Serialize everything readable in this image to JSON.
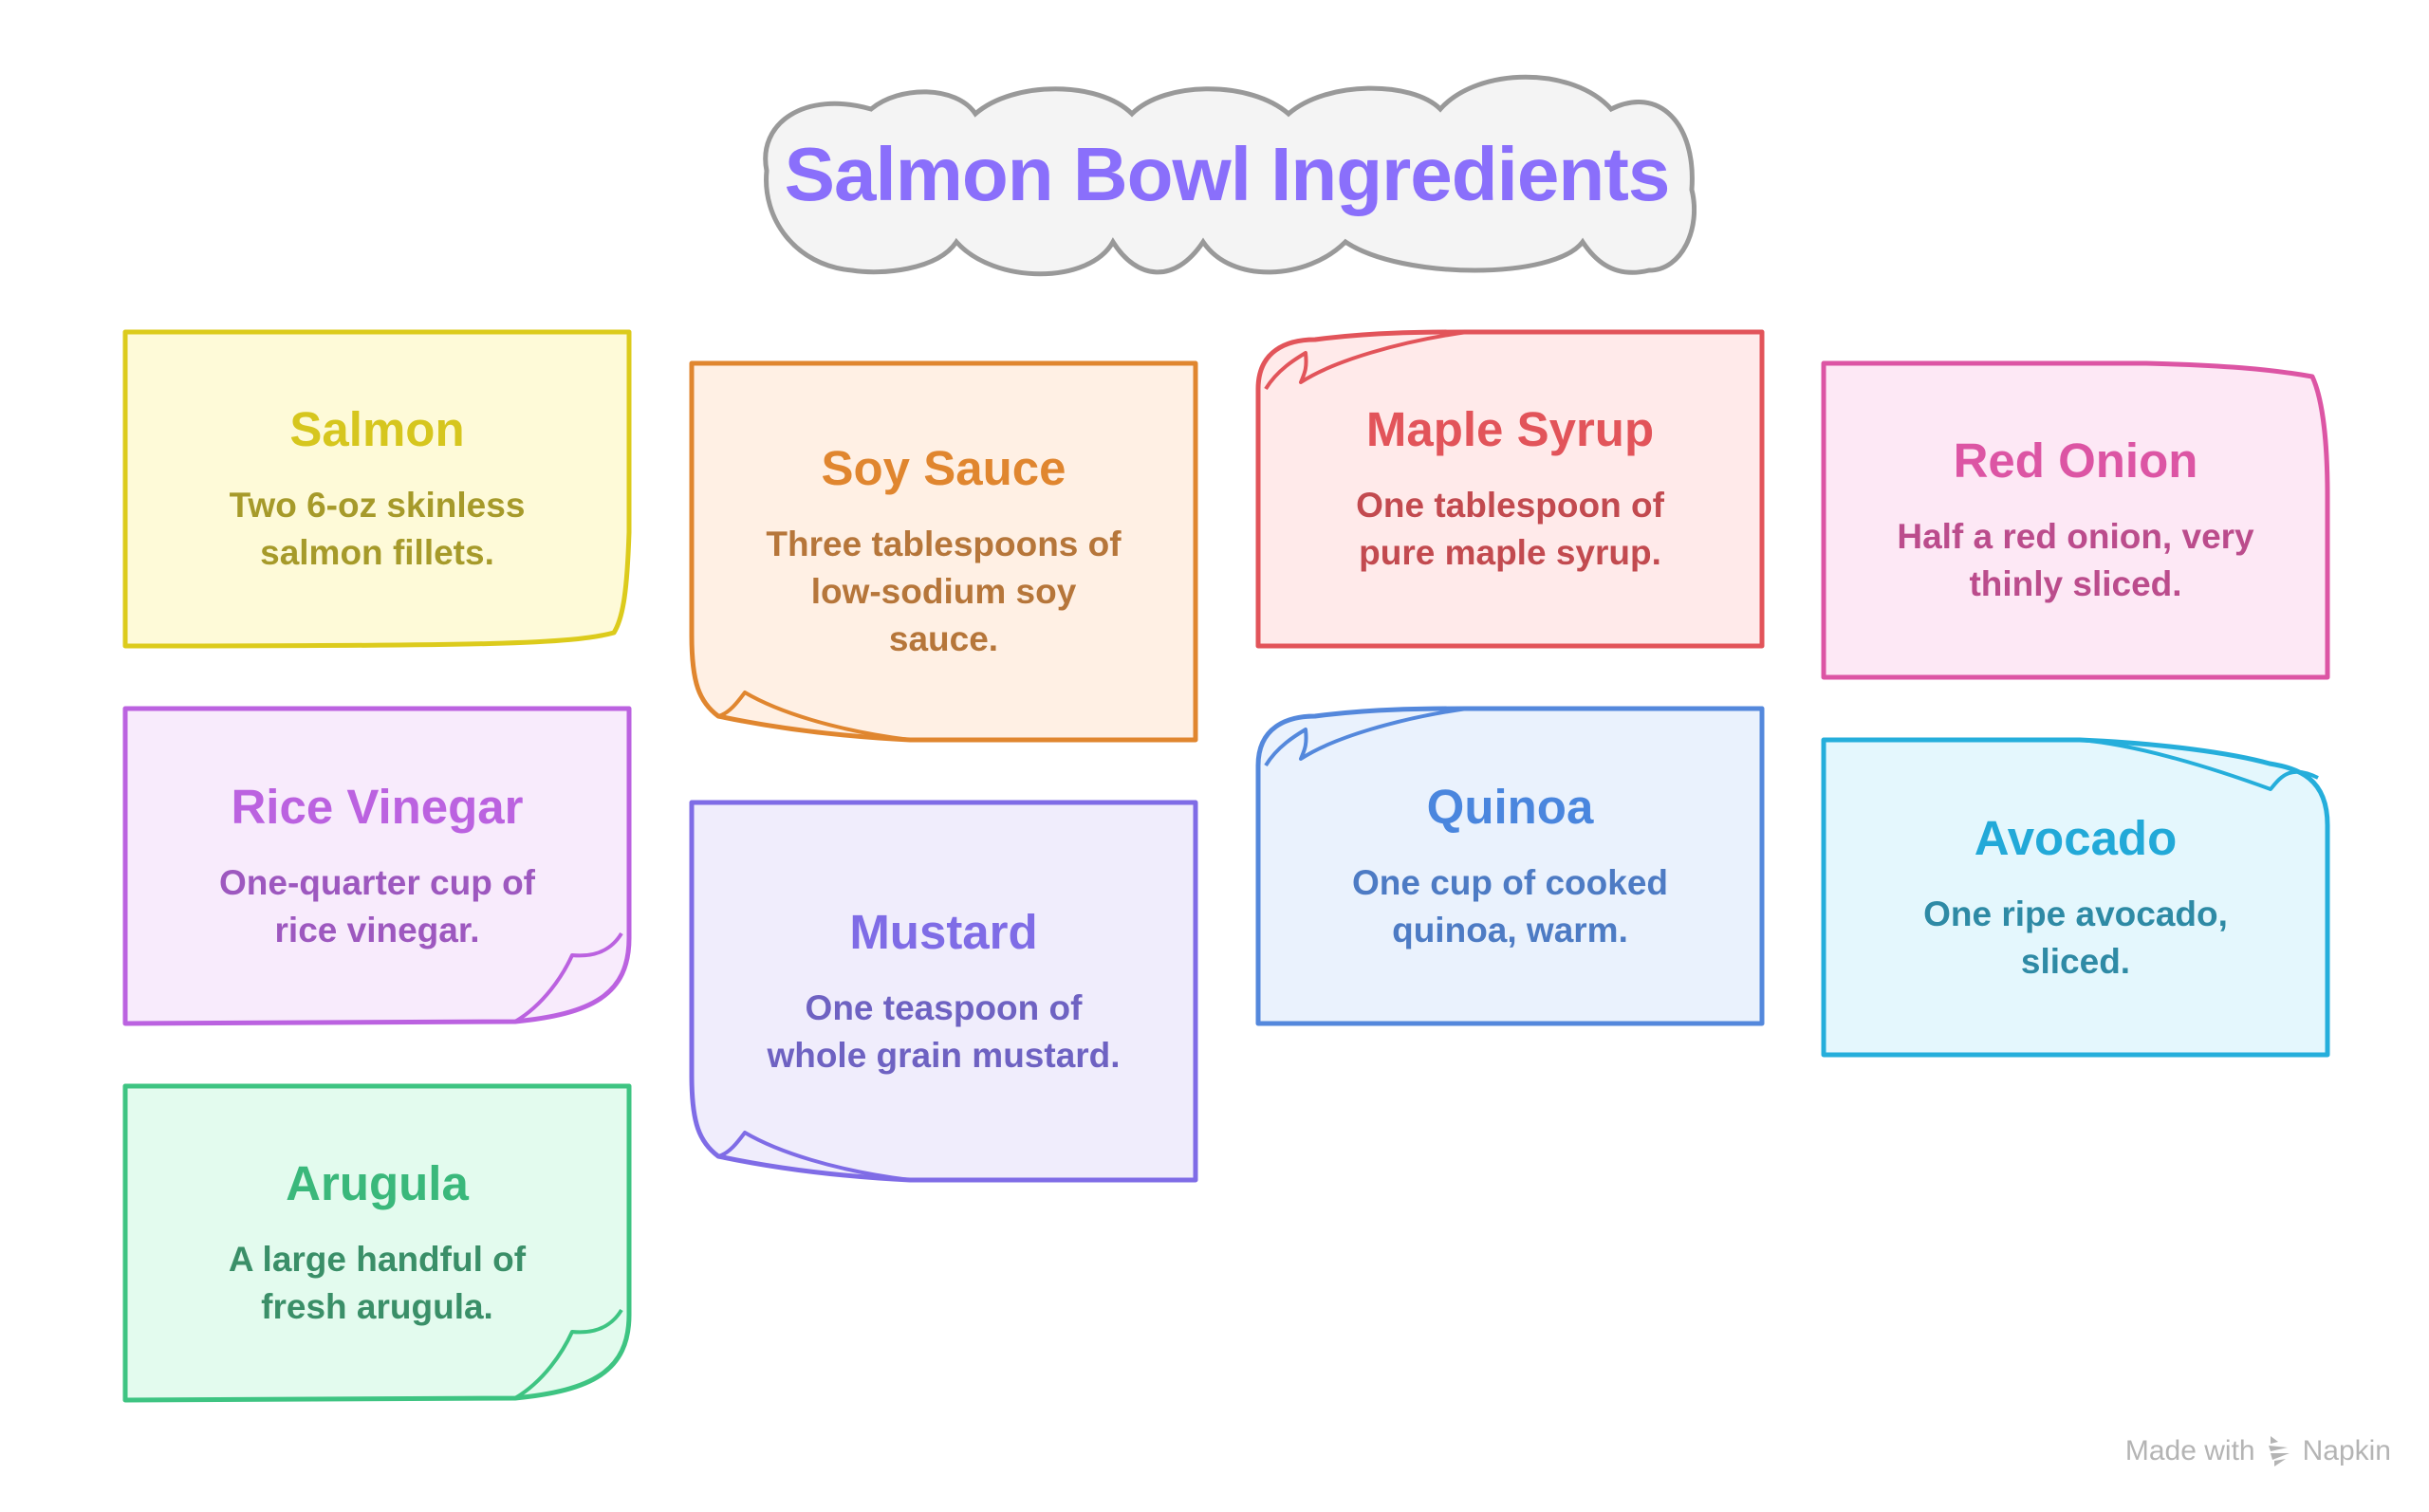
{
  "title": "Salmon Bowl Ingredients",
  "colors": {
    "title": "#8a6ffb",
    "cloud_fill": "#f4f4f4",
    "cloud_stroke": "#999999"
  },
  "cards": [
    {
      "id": "salmon",
      "title": "Salmon",
      "desc": "Two 6-oz skinless salmon fillets.",
      "stroke": "#dccb1c",
      "fill": "#fefad8",
      "title_color": "#d6c61e",
      "desc_color": "#a69a2a",
      "curl": "none-br"
    },
    {
      "id": "soy-sauce",
      "title": "Soy Sauce",
      "desc": "Three tablespoons of low-sodium soy sauce.",
      "stroke": "#e0862f",
      "fill": "#fff0e4",
      "title_color": "#e0862f",
      "desc_color": "#b6763a",
      "curl": "bl"
    },
    {
      "id": "maple-syrup",
      "title": "Maple Syrup",
      "desc": "One tablespoon of pure maple syrup.",
      "stroke": "#e2545a",
      "fill": "#ffeaea",
      "title_color": "#e2545a",
      "desc_color": "#c24a4f",
      "curl": "tl"
    },
    {
      "id": "red-onion",
      "title": "Red Onion",
      "desc": "Half a red onion, very thinly sliced.",
      "stroke": "#dc55a4",
      "fill": "#fde8f5",
      "title_color": "#dc55a4",
      "desc_color": "#bb4c8c",
      "curl": "none-tr"
    },
    {
      "id": "rice-vinegar",
      "title": "Rice Vinegar",
      "desc": "One-quarter cup of rice vinegar.",
      "stroke": "#bb62e0",
      "fill": "#f8ebfc",
      "title_color": "#bb62e0",
      "desc_color": "#9d58bf",
      "curl": "br"
    },
    {
      "id": "mustard",
      "title": "Mustard",
      "desc": "One teaspoon of whole grain mustard.",
      "stroke": "#7f6ce6",
      "fill": "#f0edfc",
      "title_color": "#7f6ce6",
      "desc_color": "#6e62c2",
      "curl": "bl"
    },
    {
      "id": "quinoa",
      "title": "Quinoa",
      "desc": "One cup of cooked quinoa, warm.",
      "stroke": "#5488dc",
      "fill": "#eaf2fd",
      "title_color": "#4a86de",
      "desc_color": "#4d7bc4",
      "curl": "tl"
    },
    {
      "id": "avocado",
      "title": "Avocado",
      "desc": "One ripe avocado, sliced.",
      "stroke": "#25aedb",
      "fill": "#e4f7fd",
      "title_color": "#22a9d8",
      "desc_color": "#2e8aa5",
      "curl": "tr"
    },
    {
      "id": "arugula",
      "title": "Arugula",
      "desc": "A large handful of fresh arugula.",
      "stroke": "#3ec482",
      "fill": "#e3fbee",
      "title_color": "#3ab87b",
      "desc_color": "#3a8f68",
      "curl": "br"
    }
  ],
  "footer": {
    "made_with": "Made with",
    "brand": "Napkin"
  }
}
